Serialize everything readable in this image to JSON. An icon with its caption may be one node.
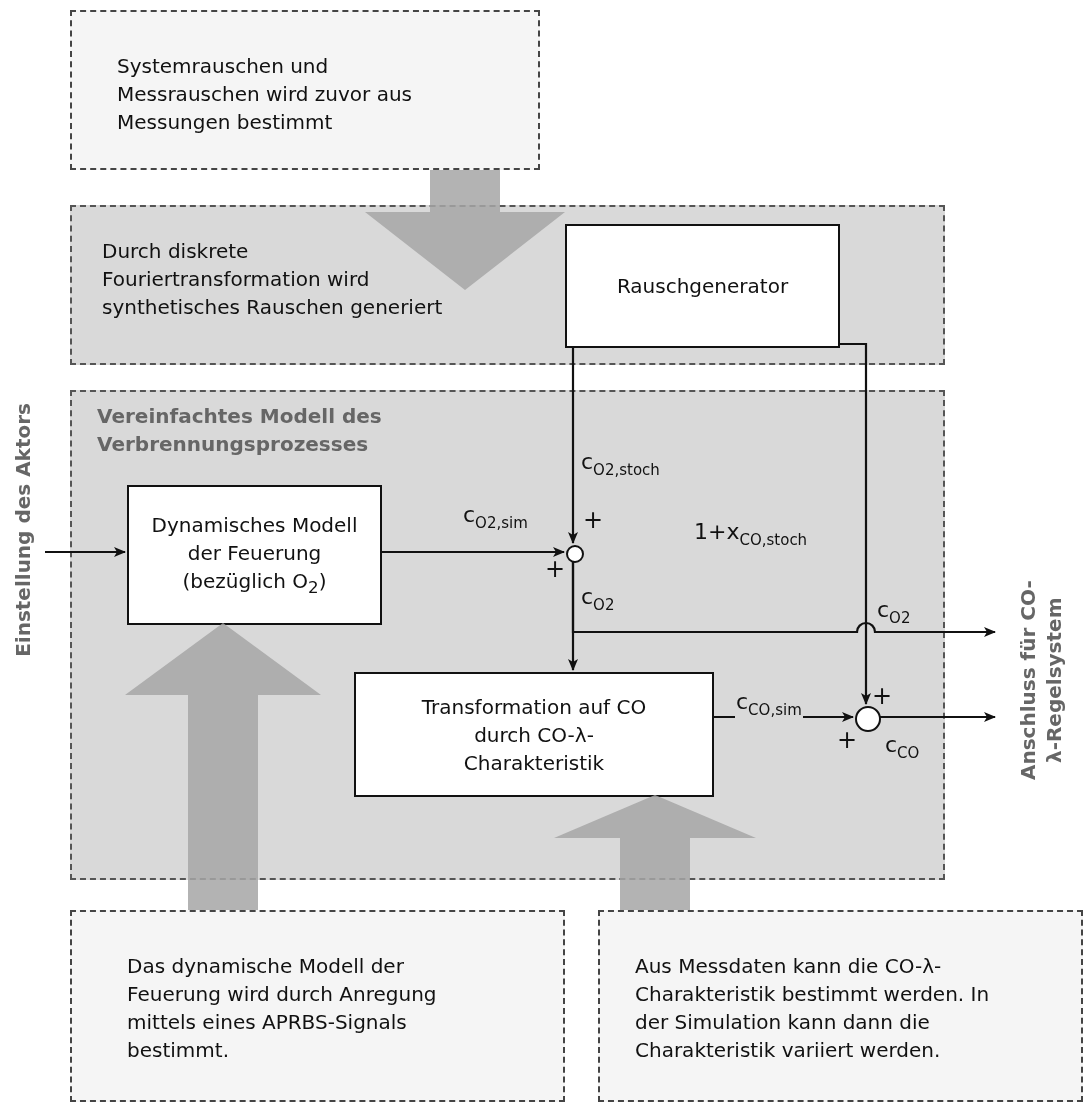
{
  "diagram": {
    "nodes": [
      {
        "text": [
          "Systemrauschen und Messrauschen wird zuvor aus Messungen bestimmt"
        ]
      },
      {
        "text": [
          "Durch diskrete Fouriertransformation wird synthetisches Rauschen generiert"
        ]
      },
      {
        "text": [
          "Rauschgenerator"
        ],
        "in": 1
      },
      {
        "text": [
          "Vereinfachtes Modell des Verbrennungsprozesses"
        ]
      },
      {
        "text": [
          "Dynamisches Modell der Feuerung (bezüglich O$_{2}$)"
        ],
        "in": 3
      },
      {
        "text": [],
        "shape": "circle",
        "in": 3
      },
      {
        "text": [
          "Transformation auf CO durch CO-λ-Charakteristik"
        ],
        "in": 3
      },
      {
        "text": [],
        "shape": "circle",
        "in": 3
      },
      {
        "text": [
          "Das dynamische Modell der Feuerung wird durch Anregung mittels eines APRBS-Signals bestimmt."
        ]
      },
      {
        "text": [
          "Aus Messdaten kann die CO-λ-Charakteristik bestimmt werden. In der Simulation kann dann die Charakteristik variiert werden."
        ]
      },
      {
        "text": [
          "Einstellung des Aktors"
        ]
      },
      {
        "text": [
          "Anschluss für CO-λ-Regelsystem"
        ]
      }
    ],
    "edges": [
      {
        "from": 0,
        "to": 1,
        "arrow": "to",
        "style": "thick",
        "color": "#a6a6a6"
      },
      {
        "from": 8,
        "to": 4,
        "arrow": "to",
        "style": "thick",
        "color": "#a6a6a6"
      },
      {
        "from": 9,
        "to": 6,
        "arrow": "to",
        "style": "thick",
        "color": "#a6a6a6"
      },
      {
        "from": 10,
        "to": 4,
        "arrow": "to"
      },
      {
        "from": 4,
        "to": 5,
        "arrow": "to",
        "label": "c$_{O2,sim}$"
      },
      {
        "from": 2,
        "to": 5,
        "arrow": "to",
        "label": "c$_{O2,stoch}$"
      },
      {
        "from": 5,
        "to": 6,
        "arrow": "to",
        "label": "c$_{O2}$"
      },
      {
        "from": 5,
        "to": 11,
        "arrow": "to",
        "label": "c$_{O2}$"
      },
      {
        "from": 2,
        "to": 7,
        "arrow": "to",
        "label": "1+x$_{CO,stoch}$"
      },
      {
        "from": 6,
        "to": 7,
        "arrow": "to",
        "label": "c$_{CO,sim}$"
      },
      {
        "from": 7,
        "to": 11,
        "arrow": "to",
        "label": "c$_{CO}$"
      }
    ],
    "labels": [
      "+",
      "+",
      "+",
      "+"
    ]
  }
}
